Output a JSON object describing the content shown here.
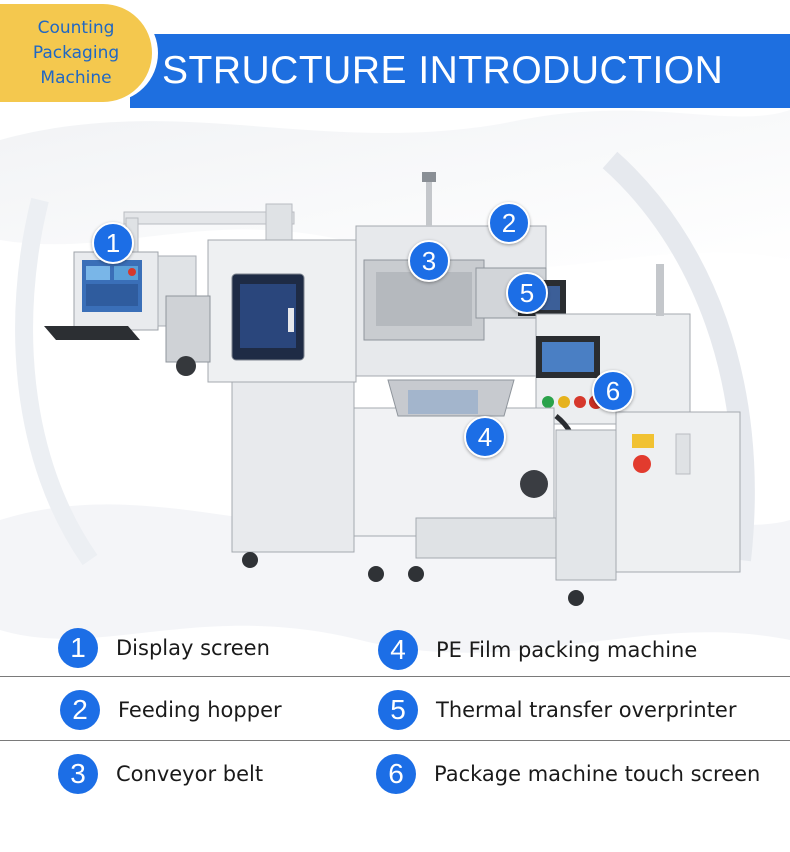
{
  "header": {
    "badge_lines": [
      "Counting",
      "Packaging",
      "Machine"
    ],
    "title": "STRUCTURE INTRODUCTION"
  },
  "colors": {
    "accent_blue": "#1e6fe0",
    "badge_yellow": "#f4c84e"
  },
  "machine": {
    "markers": [
      "1",
      "2",
      "3",
      "4",
      "5",
      "6"
    ]
  },
  "legend": {
    "left": [
      {
        "num": "1",
        "label": "Display screen"
      },
      {
        "num": "2",
        "label": "Feeding hopper"
      },
      {
        "num": "3",
        "label": "Conveyor belt"
      }
    ],
    "right": [
      {
        "num": "4",
        "label": "PE Film packing machine"
      },
      {
        "num": "5",
        "label": "Thermal transfer overprinter"
      },
      {
        "num": "6",
        "label": "Package machine touch screen"
      }
    ]
  }
}
